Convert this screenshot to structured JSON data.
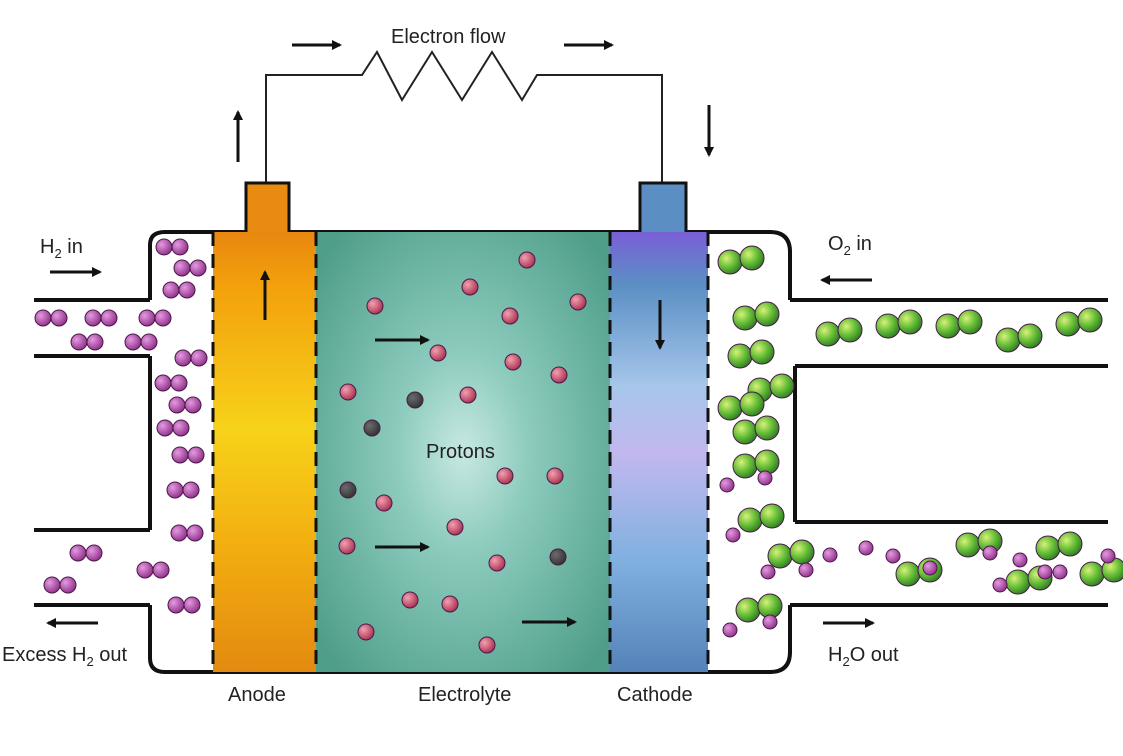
{
  "labels": {
    "electron_flow": "Electron flow",
    "h2_in": "H",
    "h2_in_sub": "2",
    "h2_in_tail": " in",
    "o2_in": "O",
    "o2_in_sub": "2",
    "o2_in_tail": " in",
    "excess_h2": "Excess H",
    "excess_h2_sub": "2",
    "excess_h2_tail": " out",
    "h2o_out": "H",
    "h2o_out_sub": "2",
    "h2o_out_tail": "O out",
    "protons": "Protons",
    "anode": "Anode",
    "electrolyte": "Electrolyte",
    "cathode": "Cathode"
  },
  "colors": {
    "anode": "#f2a30f",
    "electrolyte": "#4f9e8a",
    "cathode": "#5b8fc4",
    "hydrogen": "#a0409a",
    "proton": "#c8506a",
    "oxygen": "#5fb83a"
  }
}
